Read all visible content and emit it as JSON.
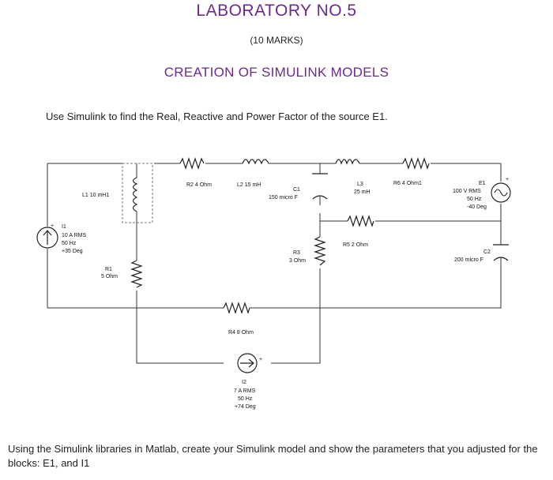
{
  "header": {
    "title": "LABORATORY NO.5",
    "marks": "(10 MARKS)",
    "subtitle": "CREATION OF SIMULINK MODELS"
  },
  "instruction": "Use Simulink to find the Real, Reactive and Power Factor of the source E1.",
  "footer": "Using the Simulink libraries in Matlab, create your Simulink model and show the parameters that you adjusted for the blocks: E1, and I1",
  "circuit": {
    "L1": "L1   10 mH1",
    "R2": "R2   4 Ohm",
    "L2": "L2   15 mH",
    "C1_name": "C1",
    "C1_val": "150 micro F",
    "L3_name": "L3",
    "L3_val": "25 mH",
    "R6": "R6   4 Ohm1",
    "E1_name": "E1",
    "E1_rms": "100 V RMS",
    "E1_hz": "50 Hz",
    "E1_deg": "-40 Deg",
    "I1_name": "I1",
    "I1_rms": "10 A RMS",
    "I1_hz": "50 Hz",
    "I1_deg": "+35 Deg",
    "R1_name": "R1",
    "R1_val": "5 Ohm",
    "R3_name": "R3",
    "R3_val": "3 Ohm",
    "R5": "R5   2 Ohm",
    "C2_name": "C2",
    "C2_val": "200 micro F",
    "R4": "R4   8 Ohm",
    "I2_name": "I2",
    "I2_rms": "7 A RMS",
    "I2_hz": "50 Hz",
    "I2_deg": "+74 Deg"
  }
}
